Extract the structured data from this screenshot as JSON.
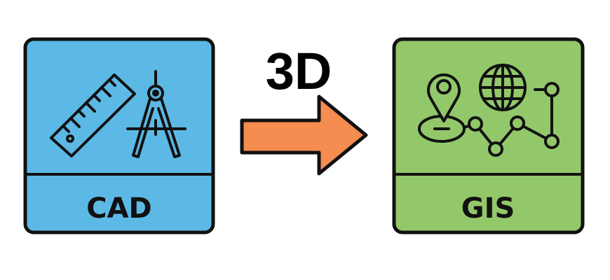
{
  "left_box": {
    "label": "CAD",
    "color": "#5cb9e6",
    "icons": [
      "ruler-icon",
      "compass-icon"
    ]
  },
  "arrow": {
    "label": "3D",
    "color": "#f58c50"
  },
  "right_box": {
    "label": "GIS",
    "color": "#93c86a",
    "icons": [
      "map-pin-icon",
      "globe-icon",
      "network-path-icon"
    ]
  }
}
